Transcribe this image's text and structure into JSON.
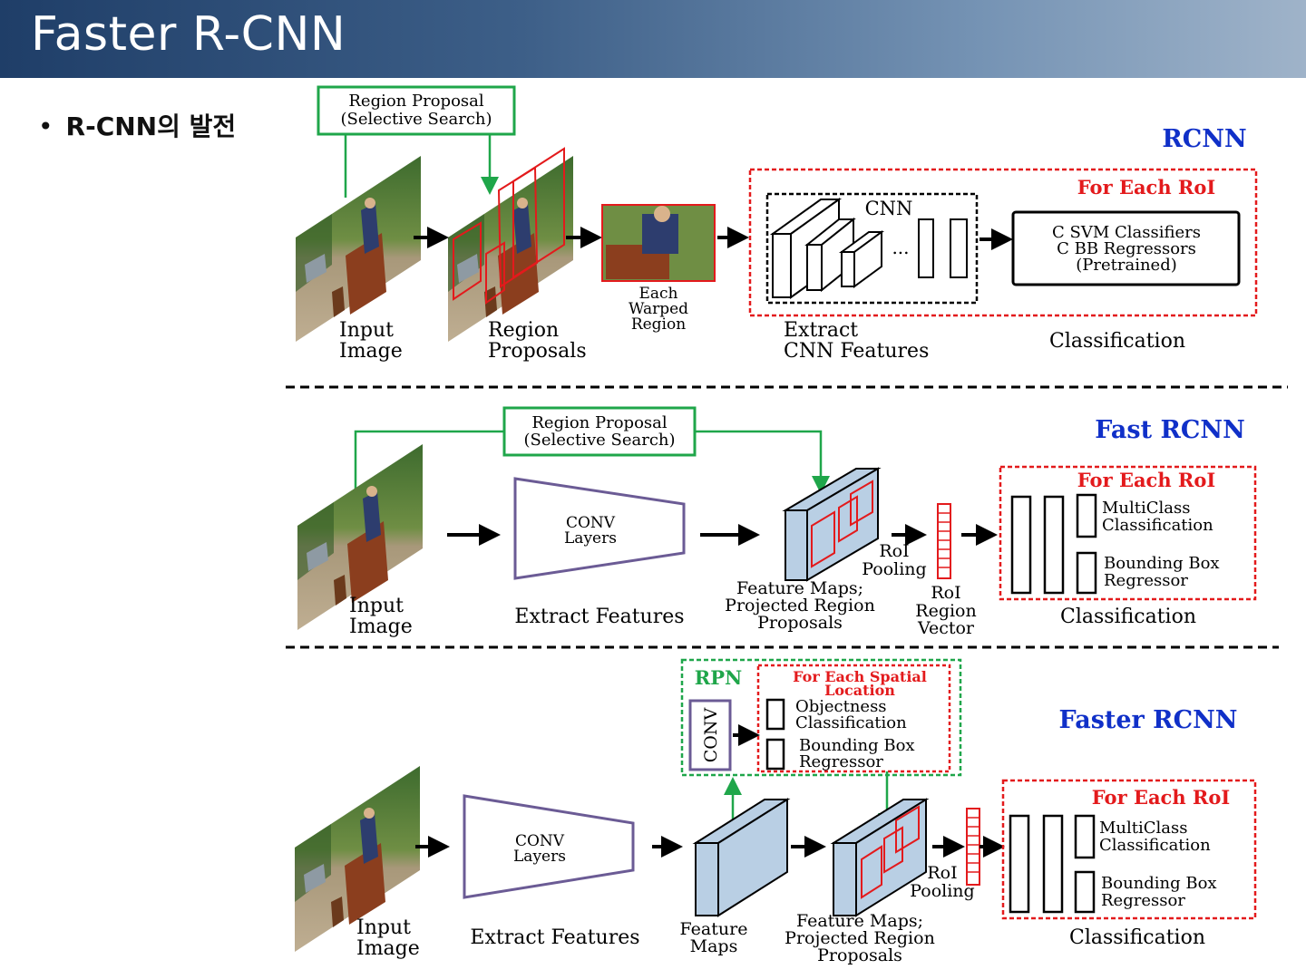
{
  "slide": {
    "title": "Faster R-CNN",
    "bullet": "R-CNN의 발전"
  },
  "rcnn": {
    "name": "RCNN",
    "proposal_box": [
      "Region Proposal",
      "(Selective Search)"
    ],
    "input_label": [
      "Input",
      "Image"
    ],
    "proposals_label": [
      "Region",
      "Proposals"
    ],
    "warped_label": [
      "Each",
      "Warped",
      "Region"
    ],
    "for_each": "For Each RoI",
    "cnn_label": "CNN",
    "dots": "...",
    "classifier_box": [
      "C SVM Classifiers",
      "C BB Regressors",
      "(Pretrained)"
    ],
    "extract_label": [
      "Extract",
      "CNN Features"
    ],
    "classification_label": "Classification"
  },
  "fast_rcnn": {
    "name": "Fast RCNN",
    "proposal_box": [
      "Region Proposal",
      "(Selective Search)"
    ],
    "input_label": [
      "Input",
      "Image"
    ],
    "conv_label": [
      "CONV",
      "Layers"
    ],
    "extract_label": "Extract Features",
    "feature_maps_label": [
      "Feature Maps;",
      "Projected Region",
      "Proposals"
    ],
    "roi_pooling_label": [
      "RoI",
      "Pooling"
    ],
    "roi_vector_label": [
      "RoI",
      "Region",
      "Vector"
    ],
    "for_each": "For Each RoI",
    "multiclass_label": [
      "MultiClass",
      "Classification"
    ],
    "bbox_label": [
      "Bounding Box",
      "Regressor"
    ],
    "classification_label": "Classification"
  },
  "faster_rcnn": {
    "name": "Faster RCNN",
    "rpn_label": "RPN",
    "rpn_conv": "CONV",
    "for_each_spatial": [
      "For Each Spatial",
      "Location"
    ],
    "objectness_label": [
      "Objectness",
      "Classification"
    ],
    "rpn_bbox_label": [
      "Bounding Box",
      "Regressor"
    ],
    "input_label": [
      "Input",
      "Image"
    ],
    "conv_label": [
      "CONV",
      "Layers"
    ],
    "extract_label": "Extract Features",
    "feature_maps_label": [
      "Feature",
      "Maps"
    ],
    "projected_label": [
      "Feature Maps;",
      "Projected Region",
      "Proposals"
    ],
    "roi_pooling_label": [
      "RoI",
      "Pooling"
    ],
    "for_each": "For Each RoI",
    "multiclass_label": [
      "MultiClass",
      "Classification"
    ],
    "bbox_label": [
      "Bounding Box",
      "Regressor"
    ],
    "classification_label": "Classification"
  },
  "colors": {
    "red": "#e31a1c",
    "green": "#1fa64a",
    "blue": "#1030c8",
    "purple": "#6b5b95",
    "feature_fill": "#b9cfe4"
  }
}
